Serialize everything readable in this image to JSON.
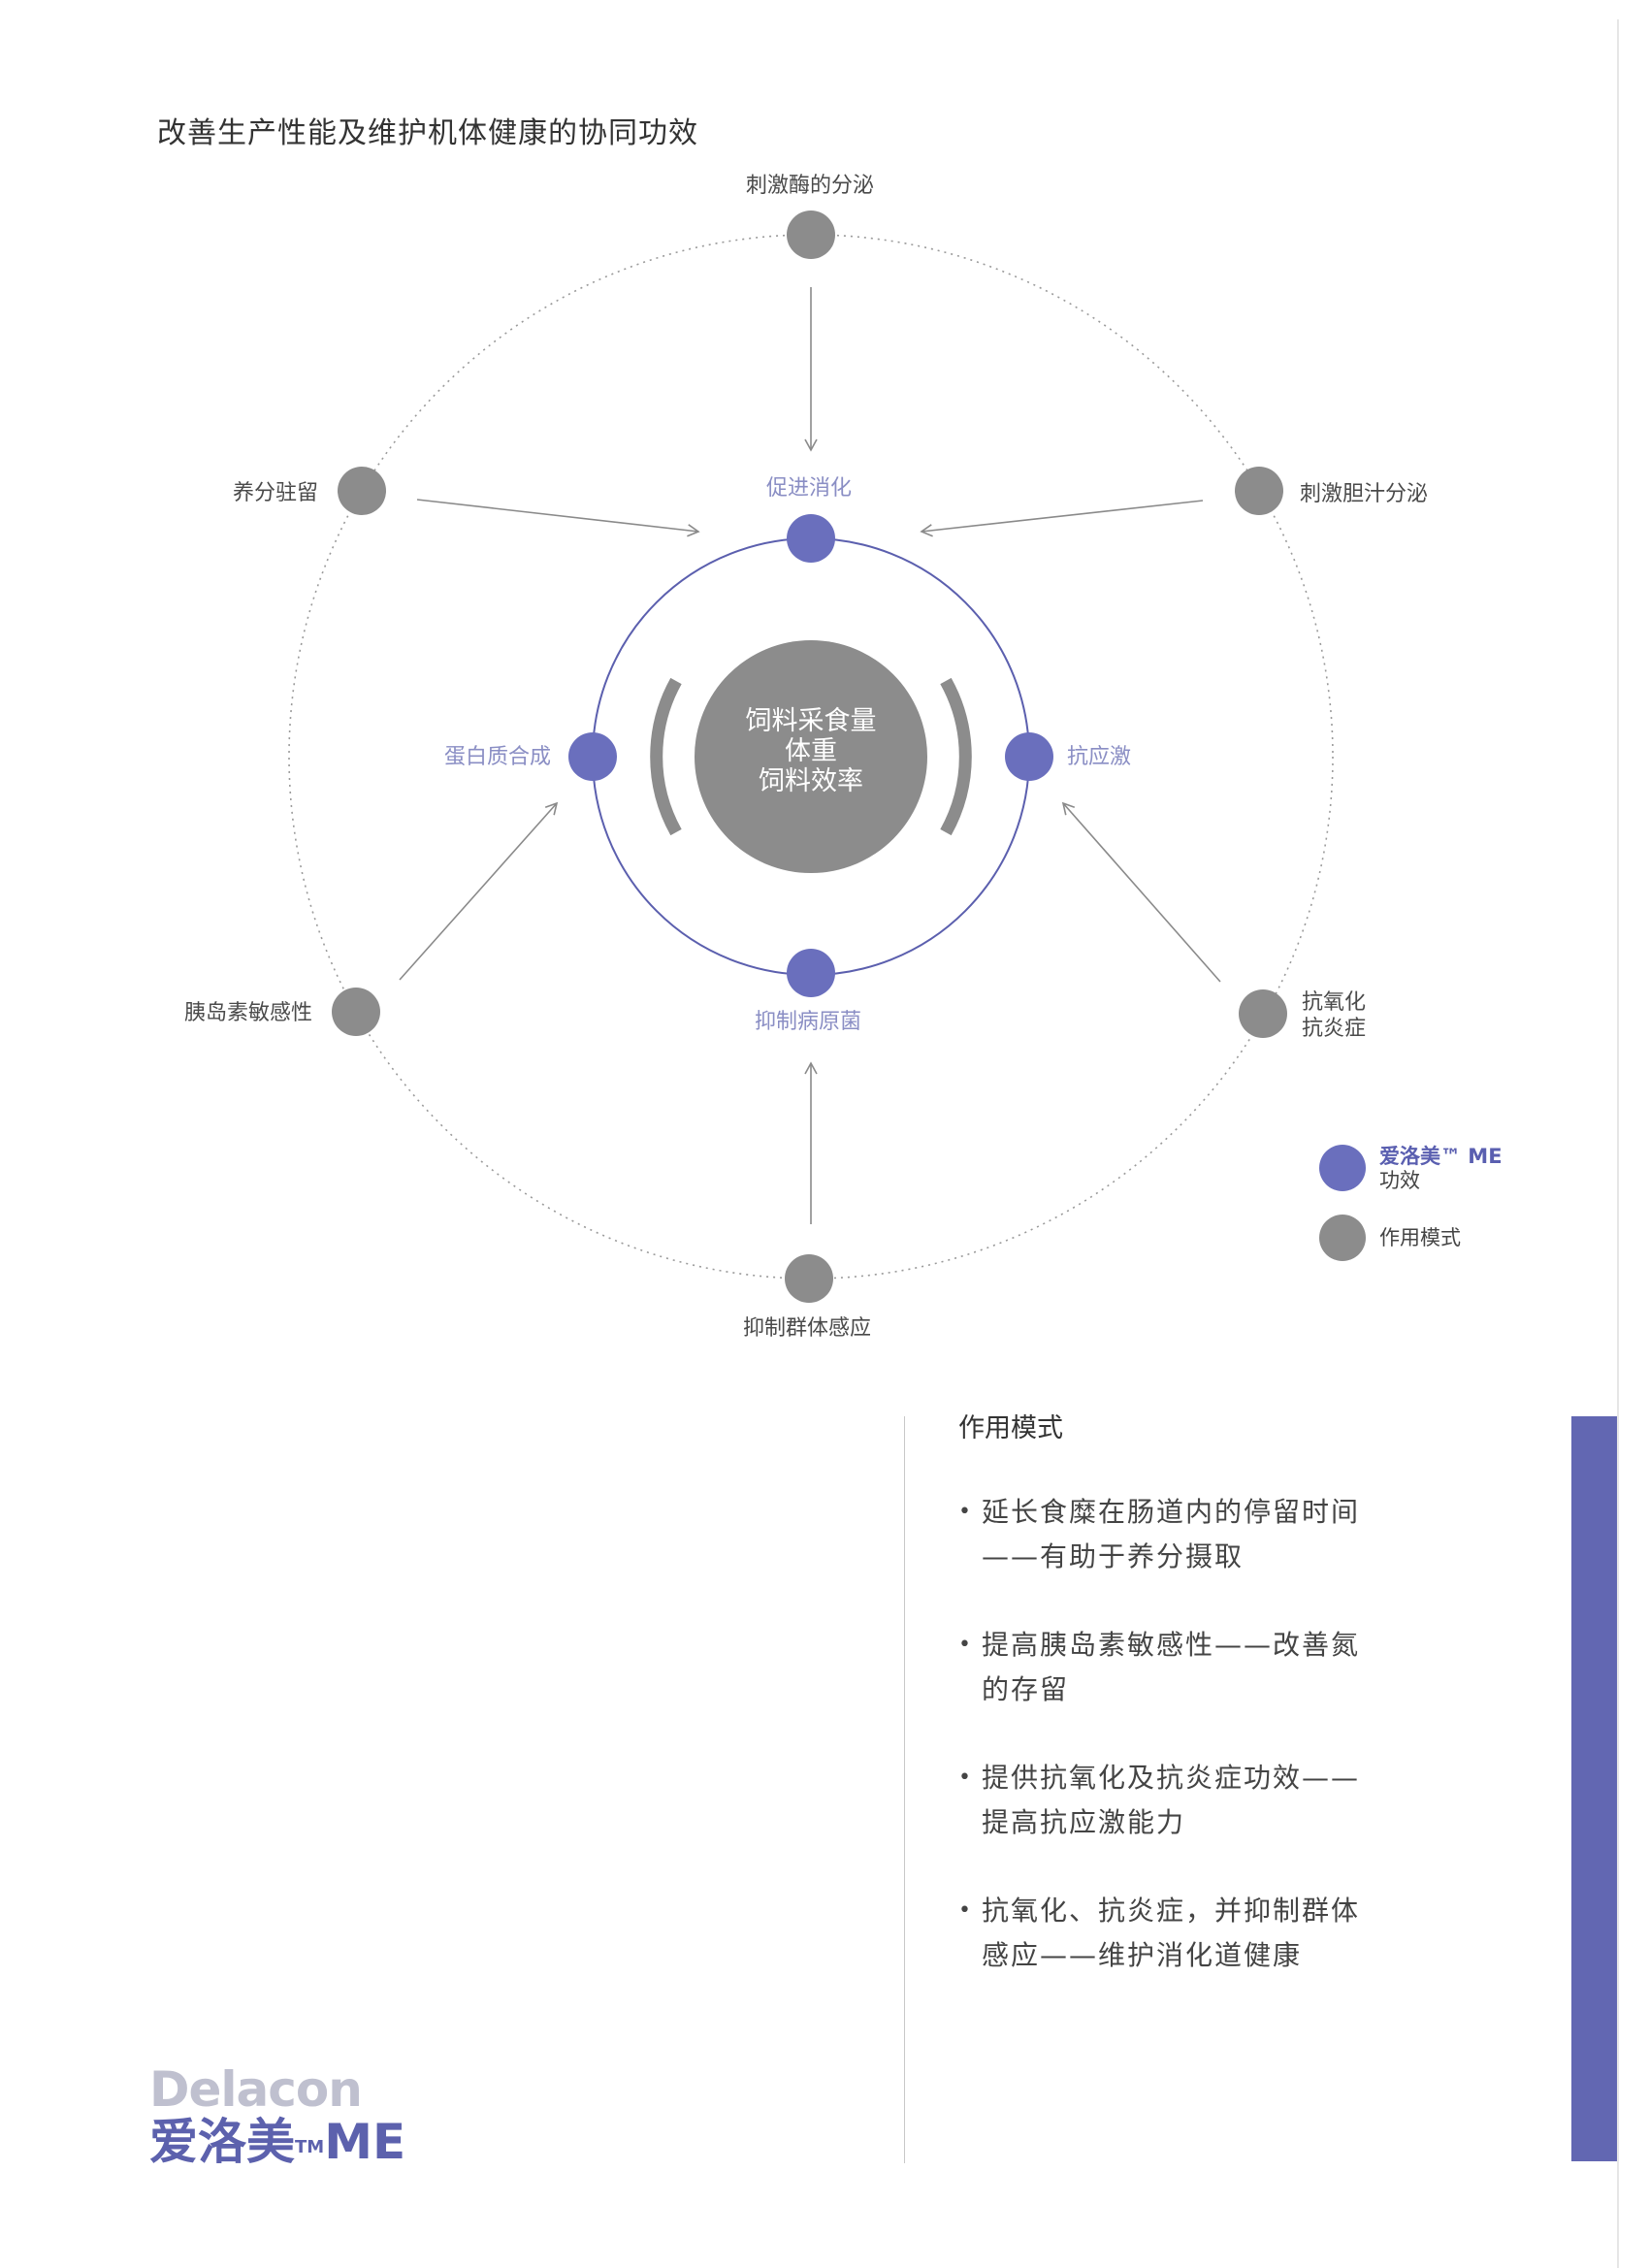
{
  "title": "改善生产性能及维护机体健康的协同功效",
  "colors": {
    "effect": "#6a6fbd",
    "mode": "#8c8c8c",
    "inner_ring": "#5b5fae",
    "accent": "#6267b2"
  },
  "center": {
    "lines": [
      "饲料采食量",
      "体重",
      "饲料效率"
    ]
  },
  "effects": [
    {
      "label": "促进消化"
    },
    {
      "label": "抗应激"
    },
    {
      "label": "抑制病原菌"
    },
    {
      "label": "蛋白质合成"
    }
  ],
  "modes": [
    {
      "label": "刺激酶的分泌"
    },
    {
      "label": "刺激胆汁分泌"
    },
    {
      "label": "抗氧化\n抗炎症"
    },
    {
      "label": "抑制群体感应"
    },
    {
      "label": "胰岛素敏感性"
    },
    {
      "label": "养分驻留"
    }
  ],
  "legend": {
    "effect_brand": "爱洛美™ ME",
    "effect_label": "功效",
    "mode_label": "作用模式"
  },
  "modes_section": {
    "heading": "作用模式",
    "bullets": [
      "延长食糜在肠道内的停留时间——有助于养分摄取",
      "提高胰岛素敏感性——改善氮的存留",
      "提供抗氧化及抗炎症功效——提高抗应激能力",
      "抗氧化、抗炎症，并抑制群体感应——维护消化道健康"
    ]
  },
  "brand": {
    "name_en": "Delacon",
    "name_cn": "爱洛美",
    "tm": "TM",
    "suffix": "ME"
  }
}
